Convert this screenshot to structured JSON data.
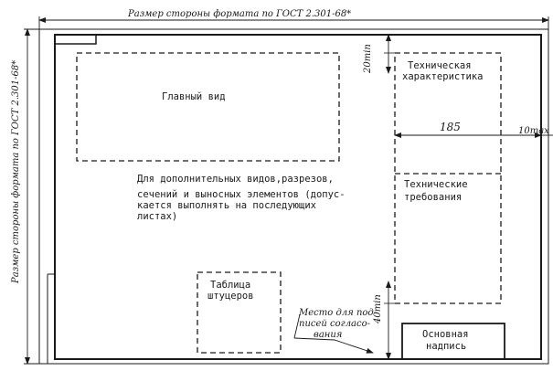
{
  "dimension_top": "Размер стороны формата по ГОСТ 2.301-68*",
  "dimension_left": "Размер стороны формата по ГОСТ 2.301-68*",
  "main_view": "Главный вид",
  "extra_views": [
    "Для дополнительных видов,разрезов,",
    "сечений и выносных элементов (допус-",
    "кается выполнять на последующих",
    "листах)"
  ],
  "tech_characteristic": [
    "Техническая",
    "характеристика"
  ],
  "tech_requirements": [
    "Технические",
    "требования"
  ],
  "nozzle_table": [
    "Таблица",
    "штуцеров"
  ],
  "approval_place": [
    "Место для под-",
    "писей согласо-",
    "вания"
  ],
  "title_block": [
    "Основная",
    "надпись"
  ],
  "dim_185": "185",
  "dim_10max": "10max",
  "dim_20min": "20min",
  "dim_40min": "40min"
}
